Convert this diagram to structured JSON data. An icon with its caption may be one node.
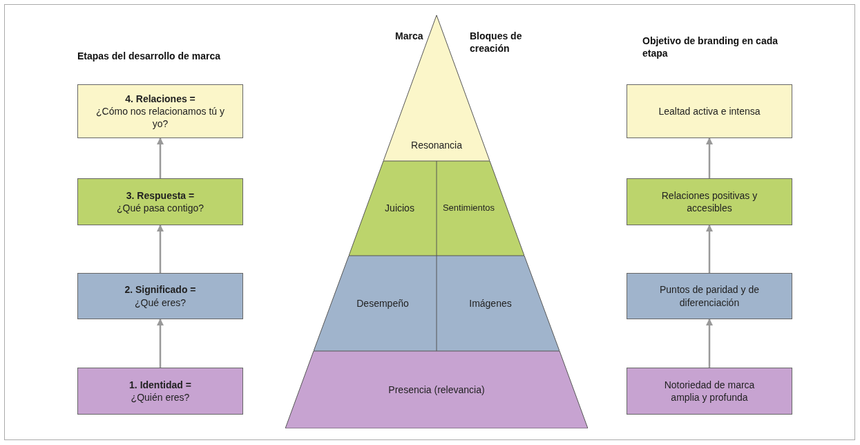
{
  "diagram": {
    "nodes": [
      {
        "text": [
          "4. Relaciones =",
          "¿Cómo nos relacionamos tú y yo?"
        ]
      },
      {
        "text": [
          "3. Respuesta =",
          "¿Qué pasa contigo?"
        ]
      },
      {
        "text": [
          "2. Significado =",
          "¿Qué eres?"
        ]
      },
      {
        "text": [
          "1. Identidad =",
          "¿Quién eres?"
        ]
      },
      {
        "text": [
          "Resonancia"
        ]
      },
      {
        "text": [
          "Juicios"
        ]
      },
      {
        "text": [
          "Sentimientos"
        ]
      },
      {
        "text": [
          "Desempeño"
        ]
      },
      {
        "text": [
          "Imágenes"
        ]
      },
      {
        "text": [
          "Presencia (relevancia)"
        ]
      },
      {
        "text": [
          "Lealtad activa e intensa"
        ]
      },
      {
        "text": [
          "Relaciones positivas y accesibles"
        ]
      },
      {
        "text": [
          "Puntos de paridad y de diferenciación"
        ]
      },
      {
        "text": [
          "Notoriedad de marca amplia y profunda"
        ]
      }
    ],
    "edges": [
      {
        "from": 3,
        "to": 2,
        "arrow": "to"
      },
      {
        "from": 2,
        "to": 1,
        "arrow": "to"
      },
      {
        "from": 1,
        "to": 0,
        "arrow": "to"
      },
      {
        "from": 13,
        "to": 12,
        "arrow": "to"
      },
      {
        "from": 12,
        "to": 11,
        "arrow": "to"
      },
      {
        "from": 11,
        "to": 10,
        "arrow": "to"
      }
    ],
    "labels": [
      "Etapas del desarrollo de marca",
      "Marca",
      "Bloques de creación",
      "Objetivo de branding en cada etapa"
    ]
  }
}
